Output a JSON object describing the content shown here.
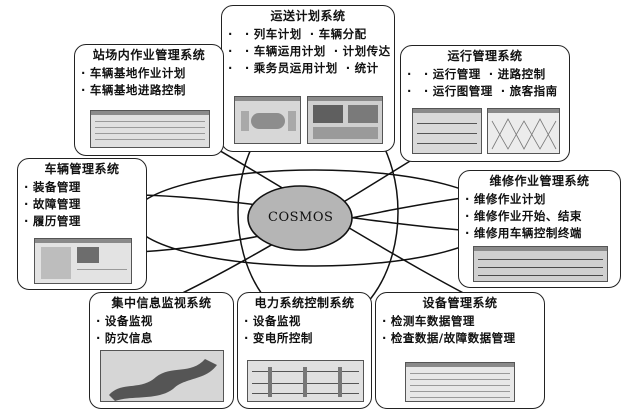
{
  "hub": {
    "label": "COSMOS"
  },
  "systems": {
    "transport": {
      "title": "运送计划系统",
      "rows": [
        [
          "列车计划",
          "车辆分配"
        ],
        [
          "车辆运用计划",
          "计划传达"
        ],
        [
          "乘务员运用计划",
          "统计"
        ]
      ]
    },
    "depot": {
      "title": "站场内作业管理系统",
      "items": [
        "车辆基地作业计划",
        "车辆基地进路控制"
      ]
    },
    "operation": {
      "title": "运行管理系统",
      "rows": [
        [
          "运行管理",
          "进路控制"
        ],
        [
          "运行图管理",
          "旅客指南"
        ]
      ]
    },
    "vehicle": {
      "title": "车辆管理系统",
      "items": [
        "装备管理",
        "故障管理",
        "履历管理"
      ]
    },
    "maintenance": {
      "title": "维修作业管理系统",
      "items": [
        "维修作业计划",
        "维修作业开始、结束",
        "维修用车辆控制终端"
      ]
    },
    "monitor": {
      "title": "集中信息监视系统",
      "items": [
        "设备监视",
        "防灾信息"
      ]
    },
    "power": {
      "title": "电力系统控制系统",
      "items": [
        "设备监视",
        "变电所控制"
      ]
    },
    "equipment": {
      "title": "设备管理系统",
      "items": [
        "检测车数据管理",
        "检查数据/故障数据管理"
      ]
    }
  }
}
